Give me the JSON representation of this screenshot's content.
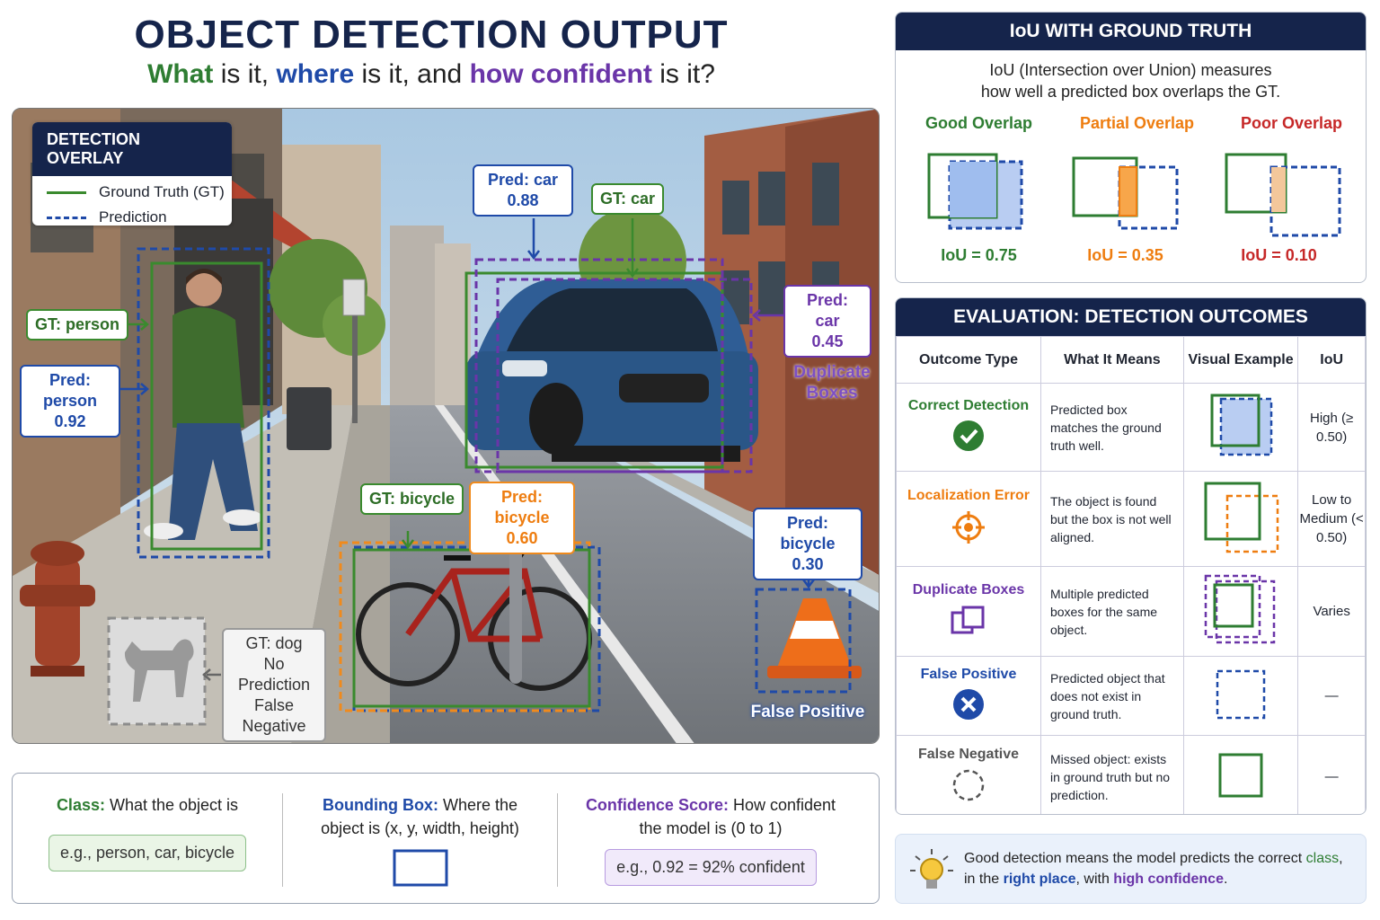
{
  "header": {
    "title": "OBJECT DETECTION OUTPUT",
    "subtitle": {
      "q1": "What",
      "t1": " is it, ",
      "q2": "where",
      "t2": " is it, and ",
      "q3": "how confident",
      "t3": " is it?"
    }
  },
  "legend": {
    "title": "DETECTION OVERLAY",
    "gt": "Ground Truth (GT)",
    "pred": "Prediction"
  },
  "scene_labels": {
    "gt_person": "GT: person",
    "pred_person": "Pred: person",
    "pred_person_conf": "0.92",
    "pred_car": "Pred: car",
    "pred_car_conf": "0.88",
    "gt_car": "GT: car",
    "pred_car2": "Pred: car",
    "pred_car2_conf": "0.45",
    "duplicate": "Duplicate",
    "duplicate2": "Boxes",
    "gt_bicycle": "GT: bicycle",
    "pred_bicycle": "Pred: bicycle",
    "pred_bicycle_conf": "0.60",
    "pred_bicycle2": "Pred: bicycle",
    "pred_bicycle2_conf": "0.30",
    "gt_dog": "GT: dog",
    "no_pred": "No Prediction",
    "false_neg": "False Negative",
    "false_pos": "False Positive"
  },
  "iou": {
    "title": "IoU WITH GROUND TRUTH",
    "desc1": "IoU (Intersection over Union) measures",
    "desc2": "how well a predicted box overlaps the GT.",
    "examples": [
      {
        "label": "Good Overlap",
        "value": "IoU = 0.75",
        "color": "#2e7d32"
      },
      {
        "label": "Partial Overlap",
        "value": "IoU = 0.35",
        "color": "#ee7d10"
      },
      {
        "label": "Poor Overlap",
        "value": "IoU = 0.10",
        "color": "#c62828"
      }
    ]
  },
  "evaluation": {
    "title": "EVALUATION: DETECTION OUTCOMES",
    "columns": [
      "Outcome Type",
      "What It Means",
      "Visual Example",
      "IoU"
    ],
    "rows": [
      {
        "type": "Correct Detection",
        "meaning": "Predicted box matches the ground truth well.",
        "iou": "High (≥ 0.50)",
        "color": "#2e7d32",
        "icon": "check-icon"
      },
      {
        "type": "Localization Error",
        "meaning": "The object is found but the box is not well aligned.",
        "iou": "Low to Medium (< 0.50)",
        "color": "#ee7d10",
        "icon": "target-icon"
      },
      {
        "type": "Duplicate Boxes",
        "meaning": "Multiple predicted boxes for the same object.",
        "iou": "Varies",
        "color": "#6a35a8",
        "icon": "duplicate-icon"
      },
      {
        "type": "False Positive",
        "meaning": "Predicted object that does not exist in ground truth.",
        "iou": "—",
        "color": "#1f4aa8",
        "icon": "x-circle-icon"
      },
      {
        "type": "False Negative",
        "meaning": "Missed object: exists in ground truth but no prediction.",
        "iou": "—",
        "color": "#555555",
        "icon": "dashed-circle-icon"
      }
    ]
  },
  "bottom": {
    "class_title": "Class:",
    "class_text": "What the object is",
    "class_example": "e.g., person, car, bicycle",
    "bbox_title": "Bounding Box:",
    "bbox_text1": "Where the",
    "bbox_text2": "object is (x, y, width, height)",
    "conf_title": "Confidence Score:",
    "conf_text1": "How confident",
    "conf_text2": "the model is (0 to 1)",
    "conf_example": "e.g., 0.92 = 92% confident"
  },
  "tip": {
    "p1": "Good detection means the model predicts the correct ",
    "w1": "class",
    "p2": ",",
    "p3": "in the ",
    "w2": "right place",
    "p4": ", with ",
    "w3": "high confidence",
    "p5": "."
  },
  "colors": {
    "gt": "#3a8a2e",
    "pred": "#1f4aa8",
    "orange": "#f08a1c",
    "purple": "#6a35a8",
    "navy": "#15244b"
  }
}
